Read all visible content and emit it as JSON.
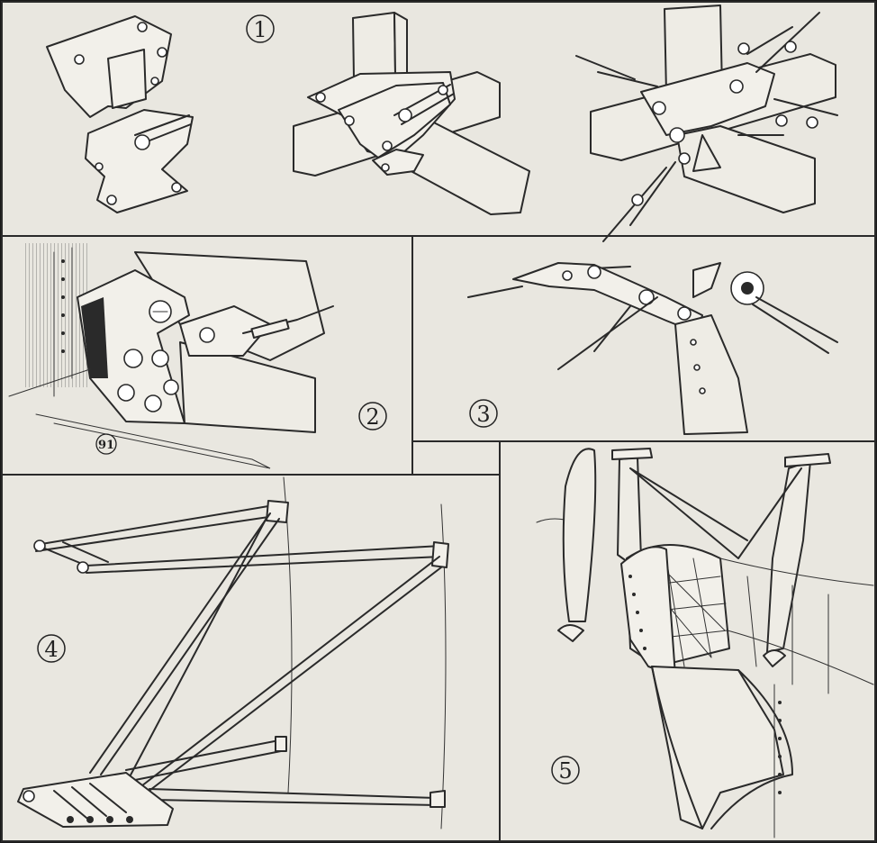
{
  "figures": [
    {
      "id": "fig1",
      "label": "1"
    },
    {
      "id": "fig2",
      "label": "2",
      "sublabel": "91"
    },
    {
      "id": "fig3",
      "label": "3"
    },
    {
      "id": "fig4",
      "label": "4"
    },
    {
      "id": "fig5",
      "label": "5"
    }
  ],
  "colors": {
    "paper": "#e9e7e0",
    "ink": "#2a2a2a",
    "frame": "#1a1a1a"
  }
}
